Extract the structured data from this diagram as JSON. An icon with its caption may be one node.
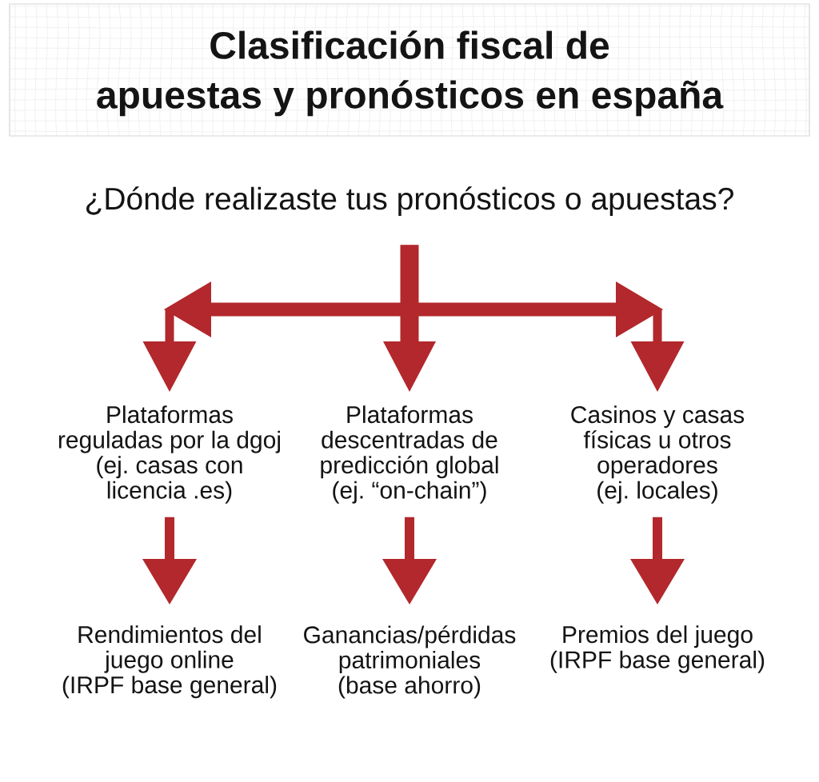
{
  "diagram": {
    "title": "Clasificación fiscal de apuestas y pronósticos en españa",
    "nodes": [
      {
        "text": [
          "¿Dónde realizaste tus pronósticos o apuestas?"
        ]
      },
      {
        "text": [
          "Plataformas reguladas por la dgoj (ej. casas con licencia .es)"
        ]
      },
      {
        "text": [
          "Plataformas descentradas de predicción global (ej. “on-chain”)"
        ]
      },
      {
        "text": [
          "Casinos y casas físicas u otros operadores (ej. locales)"
        ]
      },
      {
        "text": [
          "Rendimientos del juego online (IRPF base general)"
        ]
      },
      {
        "text": [
          "Ganancias/pérdidas patrimoniales (base ahorro)"
        ]
      },
      {
        "text": [
          "Premios del juego (IRPF base general)"
        ]
      }
    ],
    "edges": [
      {
        "from": 0,
        "to": 1,
        "arrow": "to"
      },
      {
        "from": 0,
        "to": 2,
        "arrow": "to"
      },
      {
        "from": 0,
        "to": 3,
        "arrow": "to"
      },
      {
        "from": 1,
        "to": 4,
        "arrow": "to"
      },
      {
        "from": 2,
        "to": 5,
        "arrow": "to"
      },
      {
        "from": 3,
        "to": 6,
        "arrow": "to"
      }
    ]
  }
}
